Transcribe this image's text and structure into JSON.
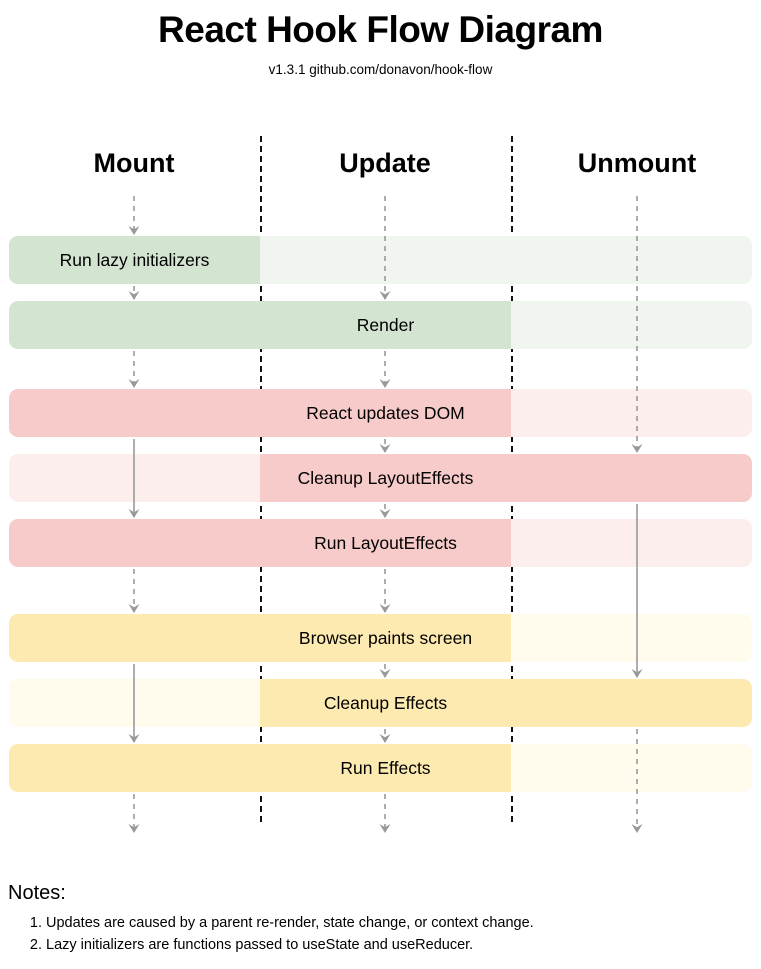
{
  "header": {
    "title": "React Hook Flow Diagram",
    "subtitle": "v1.3.1 github.com/donavon/hook-flow"
  },
  "columns": [
    {
      "key": "mount",
      "label": "Mount"
    },
    {
      "key": "update",
      "label": "Update"
    },
    {
      "key": "unmount",
      "label": "Unmount"
    }
  ],
  "phases": [
    {
      "name": "render-phase",
      "color_active": "#d3e4d1",
      "color_inactive": "#f0f5ef",
      "rows": [
        {
          "label": "Run lazy initializers",
          "label_column": "mount",
          "active": {
            "mount": true,
            "update": false,
            "unmount": false
          }
        },
        {
          "label": "Render",
          "label_column": "update",
          "active": {
            "mount": true,
            "update": true,
            "unmount": false
          }
        }
      ]
    },
    {
      "name": "layout-effects-phase",
      "color_active": "#f7cbca",
      "color_inactive": "#fdeeee",
      "rows": [
        {
          "label": "React updates DOM",
          "label_column": "update",
          "active": {
            "mount": true,
            "update": true,
            "unmount": false
          }
        },
        {
          "label": "Cleanup LayoutEffects",
          "label_column": "update",
          "active": {
            "mount": false,
            "update": true,
            "unmount": true
          }
        },
        {
          "label": "Run LayoutEffects",
          "label_column": "update",
          "active": {
            "mount": true,
            "update": true,
            "unmount": false
          }
        }
      ]
    },
    {
      "name": "effects-phase",
      "color_active": "#fdeab0",
      "color_inactive": "#fffbed",
      "rows": [
        {
          "label": "Browser paints screen",
          "label_column": "update",
          "active": {
            "mount": true,
            "update": true,
            "unmount": false
          }
        },
        {
          "label": "Cleanup Effects",
          "label_column": "update",
          "active": {
            "mount": false,
            "update": true,
            "unmount": true
          }
        },
        {
          "label": "Run Effects",
          "label_column": "update",
          "active": {
            "mount": true,
            "update": true,
            "unmount": false
          }
        }
      ]
    }
  ],
  "divider_color": "#111111",
  "arrow_color": "#999999",
  "notes": {
    "title": "Notes:",
    "items": [
      "Updates are caused by a parent re-render, state change, or context change.",
      "Lazy initializers are functions passed to useState and useReducer."
    ]
  }
}
